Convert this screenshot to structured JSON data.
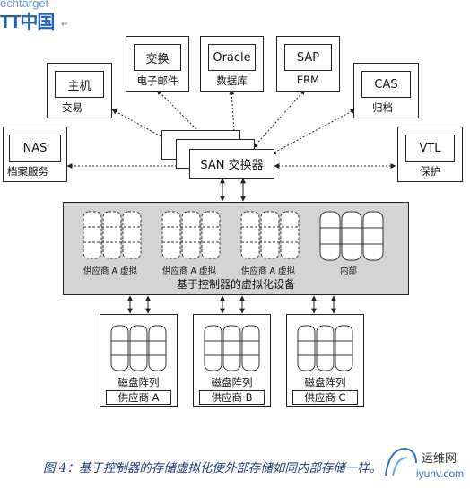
{
  "watermark": {
    "line1": "echtarget",
    "line2": "TT中国",
    "mark": "↵"
  },
  "systems": [
    {
      "id": "exchange",
      "inner": "交换",
      "caption": "电子邮件"
    },
    {
      "id": "oracle",
      "inner": "Oracle",
      "caption": "数据库"
    },
    {
      "id": "sap",
      "inner": "SAP",
      "caption": "ERM"
    },
    {
      "id": "host",
      "inner": "主机",
      "caption": "交易"
    },
    {
      "id": "cas",
      "inner": "CAS",
      "caption": "归档"
    },
    {
      "id": "nas",
      "inner": "NAS",
      "caption": "档案服务"
    },
    {
      "id": "vtl",
      "inner": "VTL",
      "caption": "保护"
    }
  ],
  "switch": {
    "label": "SAN 交换器"
  },
  "virtual": {
    "title": "基于控制器的虚拟化设备",
    "groups": [
      "供应商 A 虚拟",
      "供应商 A 虚拟",
      "供应商 A 虚拟",
      "内部"
    ]
  },
  "arrays": [
    {
      "label": "磁盘阵列",
      "vendor": "供应商 A"
    },
    {
      "label": "磁盘阵列",
      "vendor": "供应商 B"
    },
    {
      "label": "磁盘阵列",
      "vendor": "供应商 C"
    }
  ],
  "caption": "图 4：基于控制器的存储虚拟化使外部存储如同内部存储一样。",
  "logo": {
    "name": "运维网",
    "url": "iyunv.com"
  }
}
